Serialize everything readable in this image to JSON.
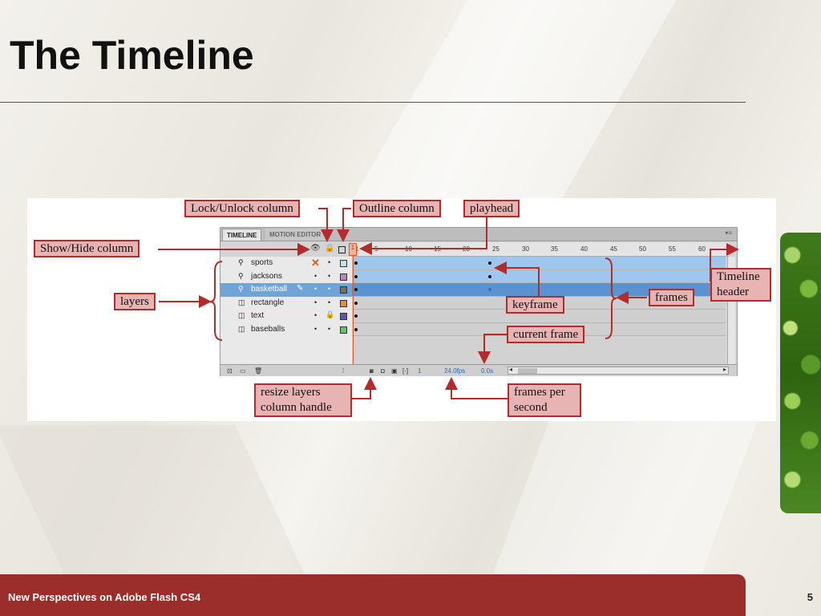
{
  "slide": {
    "title": "The Timeline",
    "footer": "New Perspectives on Adobe Flash CS4",
    "page_number": "5"
  },
  "panel": {
    "tabs": [
      "TIMELINE",
      "MOTION EDITOR"
    ],
    "menu_icon": "panel-menu-icon",
    "ruler_ticks": [
      "1",
      "5",
      "10",
      "15",
      "20",
      "25",
      "30",
      "35",
      "40",
      "45",
      "50",
      "55",
      "60"
    ],
    "layers": [
      {
        "name": "sports",
        "icon": "layer-guide-icon",
        "color": "#bfe4f1"
      },
      {
        "name": "jacksons",
        "icon": "layer-guide-icon",
        "color": "#b987c7"
      },
      {
        "name": "basketball",
        "icon": "layer-guide-icon",
        "color": "#707070"
      },
      {
        "name": "rectangle",
        "icon": "layer-icon",
        "color": "#f08a2c"
      },
      {
        "name": "text",
        "icon": "layer-icon",
        "color": "#6a4fbc"
      },
      {
        "name": "baseballs",
        "icon": "layer-icon",
        "color": "#66c06e"
      }
    ],
    "fps": "24.0",
    "fps_unit": "fps",
    "time": "0.0s",
    "current_frame": "1"
  },
  "callouts": {
    "lock_unlock": "Lock/Unlock column",
    "outline": "Outline column",
    "playhead": "playhead",
    "show_hide": "Show/Hide column",
    "layers": "layers",
    "keyframe": "keyframe",
    "frames": "frames",
    "timeline_header": "Timeline header",
    "current_frame": "current frame",
    "resize_handle": "resize layers column handle",
    "frames_per_second": "frames per second"
  },
  "colors": {
    "callout_fill": "#e8b4b3",
    "callout_border": "#b22c2c",
    "footer": "#9b2d2b"
  }
}
